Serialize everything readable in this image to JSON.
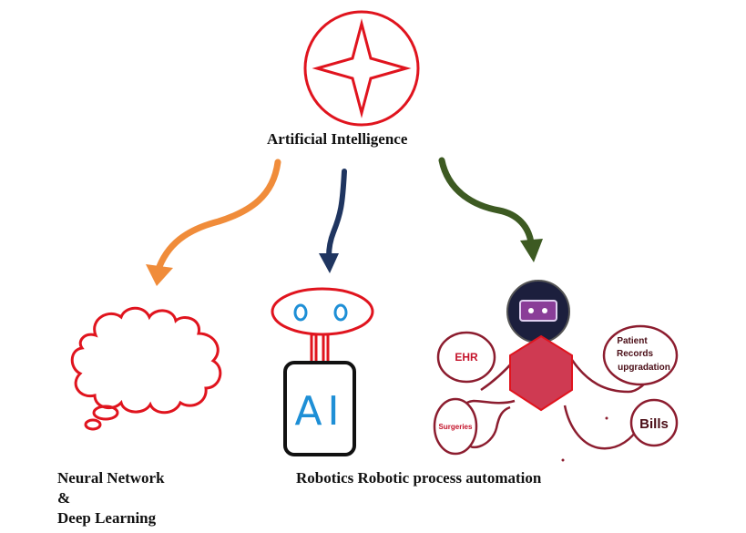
{
  "root": {
    "label": "Artificial Intelligence"
  },
  "branches": {
    "neural": {
      "line1": "Neural Network",
      "line2": "&",
      "line3": "Deep Learning"
    },
    "robotics": {
      "label": "Robotics Robotic process automation"
    }
  },
  "robot": {
    "screen_text": "AI"
  },
  "rpa": {
    "nodes": [
      "EHR",
      "Patient",
      "Records",
      "upgradation",
      "Surgeries",
      "Bills"
    ]
  },
  "colors": {
    "red": "#e0141e",
    "orange": "#f08c3a",
    "navy": "#1f3560",
    "green": "#3d5a22",
    "maroon": "#8c1d2f",
    "hexagon": "#cf3a52",
    "head": "#1c1f3d",
    "visor": "#8a3e98",
    "ai_blue": "#1e8fd6"
  }
}
